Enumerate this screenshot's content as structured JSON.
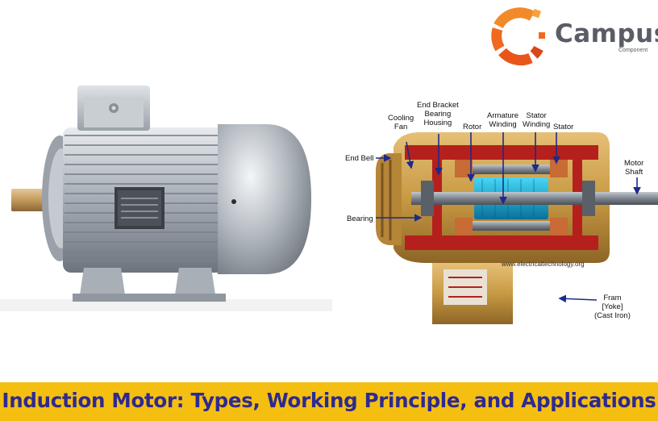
{
  "brand": {
    "name": "Campus",
    "tagline": "Component",
    "colors": {
      "ring": "#ef6a1e",
      "text": "#5a5d66"
    }
  },
  "diagram": {
    "labels": {
      "cooling_fan": "Cooling\nFan",
      "end_bracket": "End Bracket\nBearing\nHousing",
      "rotor": "Rotor",
      "armature_winding": "Armature\nWinding",
      "stator_winding": "Stator\nWinding",
      "stator": "Stator",
      "end_bell": "End Bell",
      "motor_shaft": "Motor\nShaft",
      "bearing": "Bearing",
      "frame": "Fram\n[Yoke]\n(Cast Iron)"
    },
    "watermark": "www.electricaltechnology.org"
  },
  "footer": {
    "title": "Induction Motor: Types, Working Principle, and Applications",
    "colors": {
      "band": "#f5bf12",
      "text": "#2e2a8f"
    }
  }
}
